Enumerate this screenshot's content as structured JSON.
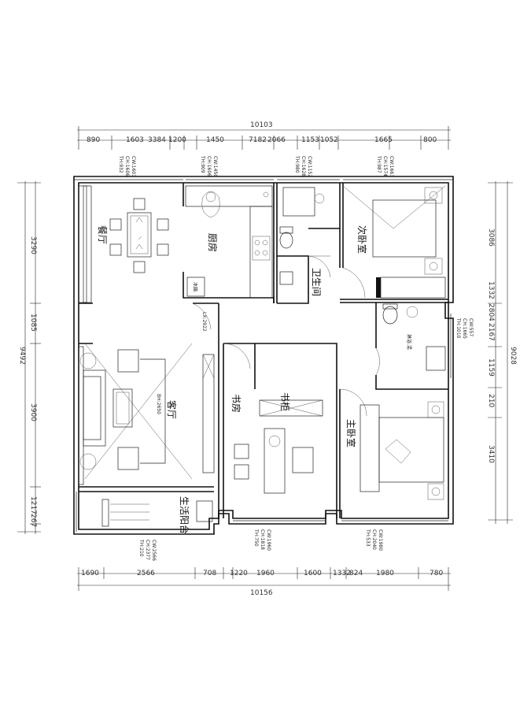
{
  "rooms": {
    "dining": "餐厅",
    "kitchen": "厨房",
    "bathroom": "卫生间",
    "second_bedroom": "次卧室",
    "living": "客厅",
    "study": "书房",
    "bookcase": "书柜",
    "master_bedroom": "主卧室",
    "balcony": "生活阳台"
  },
  "dimensions": {
    "top_total": "10103",
    "top_segments": [
      "890",
      "1603",
      "3384",
      "1200",
      "1450",
      "7182",
      "2066",
      "1153",
      "1052",
      "1665",
      "800"
    ],
    "bottom_total": "10156",
    "bottom_segments": [
      "1690",
      "2566",
      "708",
      "1220",
      "1960",
      "1600",
      "1332",
      "824",
      "1980",
      "780"
    ],
    "left_total": "9492",
    "left_segments": [
      "3290",
      "1085",
      "3900",
      "1217",
      "267"
    ],
    "right_total": "9028",
    "right_segments": [
      "3086",
      "1332",
      "2804",
      "2167",
      "1159",
      "210",
      "3410"
    ]
  },
  "opening_labels": {
    "dining_window": [
      "CW:1603",
      "CH:1606",
      "TH:932"
    ],
    "kitchen_window": [
      "CW:1450",
      "CH:1606",
      "TH:909"
    ],
    "bath_window": [
      "CW:1152",
      "CH:1628",
      "TH:980"
    ],
    "bedroom2_window": [
      "CW:1663",
      "CH:1574",
      "TH:987"
    ],
    "master_bath_window": [
      "CW:557",
      "CH:1665",
      "TH:1010"
    ],
    "balcony_window": [
      "CW:2566",
      "CH:2377",
      "TH:210"
    ],
    "study_window": [
      "CW:1960",
      "CH:1818",
      "TH:750"
    ],
    "master_window": [
      "CW:1980",
      "CH:2040",
      "TH:533"
    ],
    "living_opening": "LX:2922",
    "tv_label": "BH:2650",
    "shower_label": "淋浴.混"
  },
  "fixtures": {
    "fridge_label": "冰箱"
  }
}
